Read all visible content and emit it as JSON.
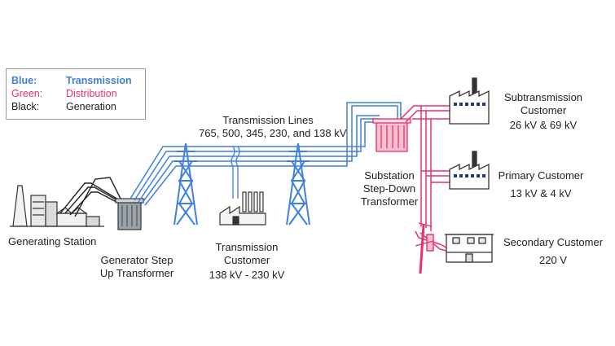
{
  "colors": {
    "transmission": "#3f7fe0",
    "distribution": "#e8316b",
    "generation": "#222222"
  },
  "legend": {
    "rows": [
      {
        "key": "Blue:",
        "value": "Transmission"
      },
      {
        "key": "Green:",
        "value": "Distribution"
      },
      {
        "key": "Black:",
        "value": "Generation"
      }
    ]
  },
  "labels": {
    "transmission_lines_title": "Transmission Lines",
    "transmission_lines_voltages": "765, 500, 345, 230, and 138 kV",
    "generating_station": "Generating Station",
    "generator_step_up_1": "Generator Step",
    "generator_step_up_2": "Up Transformer",
    "transmission_customer_1": "Transmission",
    "transmission_customer_2": "Customer",
    "transmission_customer_voltage": "138 kV - 230 kV",
    "substation_1": "Substation",
    "substation_2": "Step-Down",
    "substation_3": "Transformer",
    "subtransmission_1": "Subtransmission",
    "subtransmission_2": "Customer",
    "subtransmission_voltage": "26 kV & 69 kV",
    "primary_customer": "Primary Customer",
    "primary_voltage": "13 kV & 4 kV",
    "secondary_customer": "Secondary Customer",
    "secondary_voltage": "220 V"
  }
}
